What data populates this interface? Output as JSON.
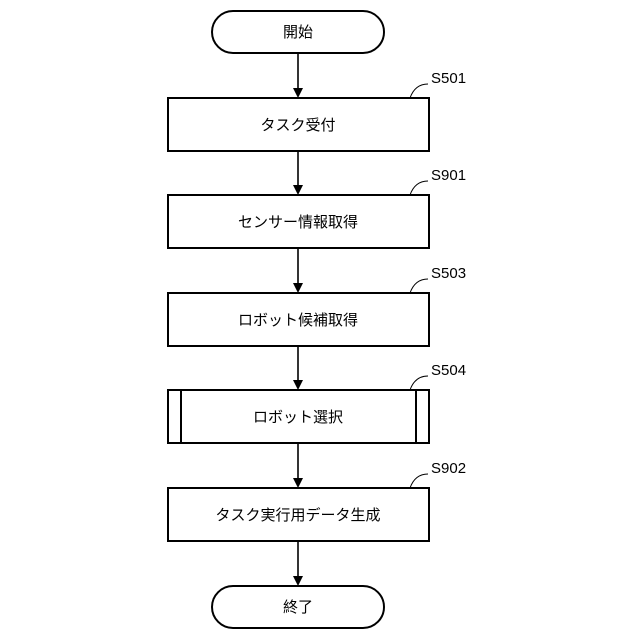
{
  "flowchart": {
    "start": {
      "text": "開始"
    },
    "steps": [
      {
        "id": "S501",
        "text": "タスク受付"
      },
      {
        "id": "S901",
        "text": "センサー情報取得"
      },
      {
        "id": "S503",
        "text": "ロボット候補取得"
      },
      {
        "id": "S504",
        "text": "ロボット選択"
      },
      {
        "id": "S902",
        "text": "タスク実行用データ生成"
      }
    ],
    "end": {
      "text": "終了"
    }
  }
}
